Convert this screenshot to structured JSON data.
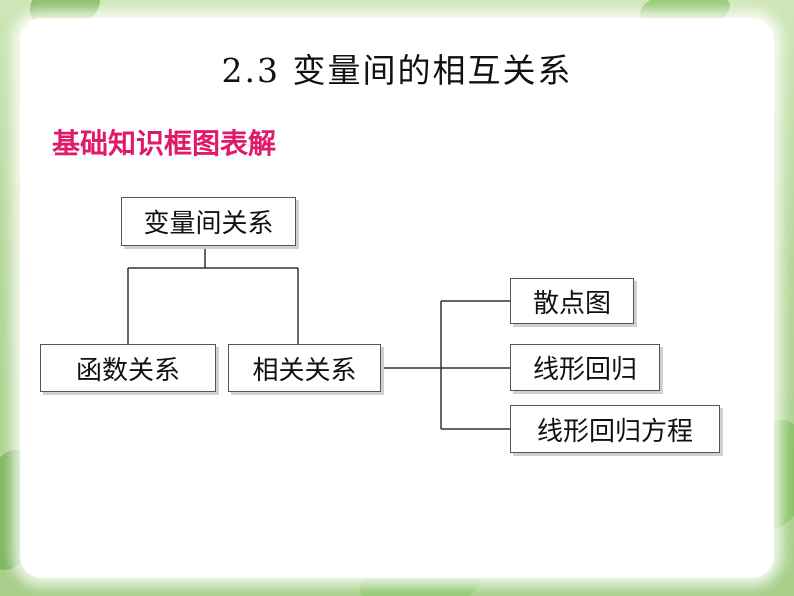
{
  "title": "2.3   变量间的相互关系",
  "subtitle": "基础知识框图表解",
  "nodes": {
    "root": "变量间关系",
    "func": "函数关系",
    "corr": "相关关系",
    "scatter": "散点图",
    "linreg": "线形回归",
    "lineq": "线形回归方程"
  },
  "colors": {
    "subtitle": "#e0196a",
    "line": "#333333",
    "background": "#b5d79a"
  }
}
